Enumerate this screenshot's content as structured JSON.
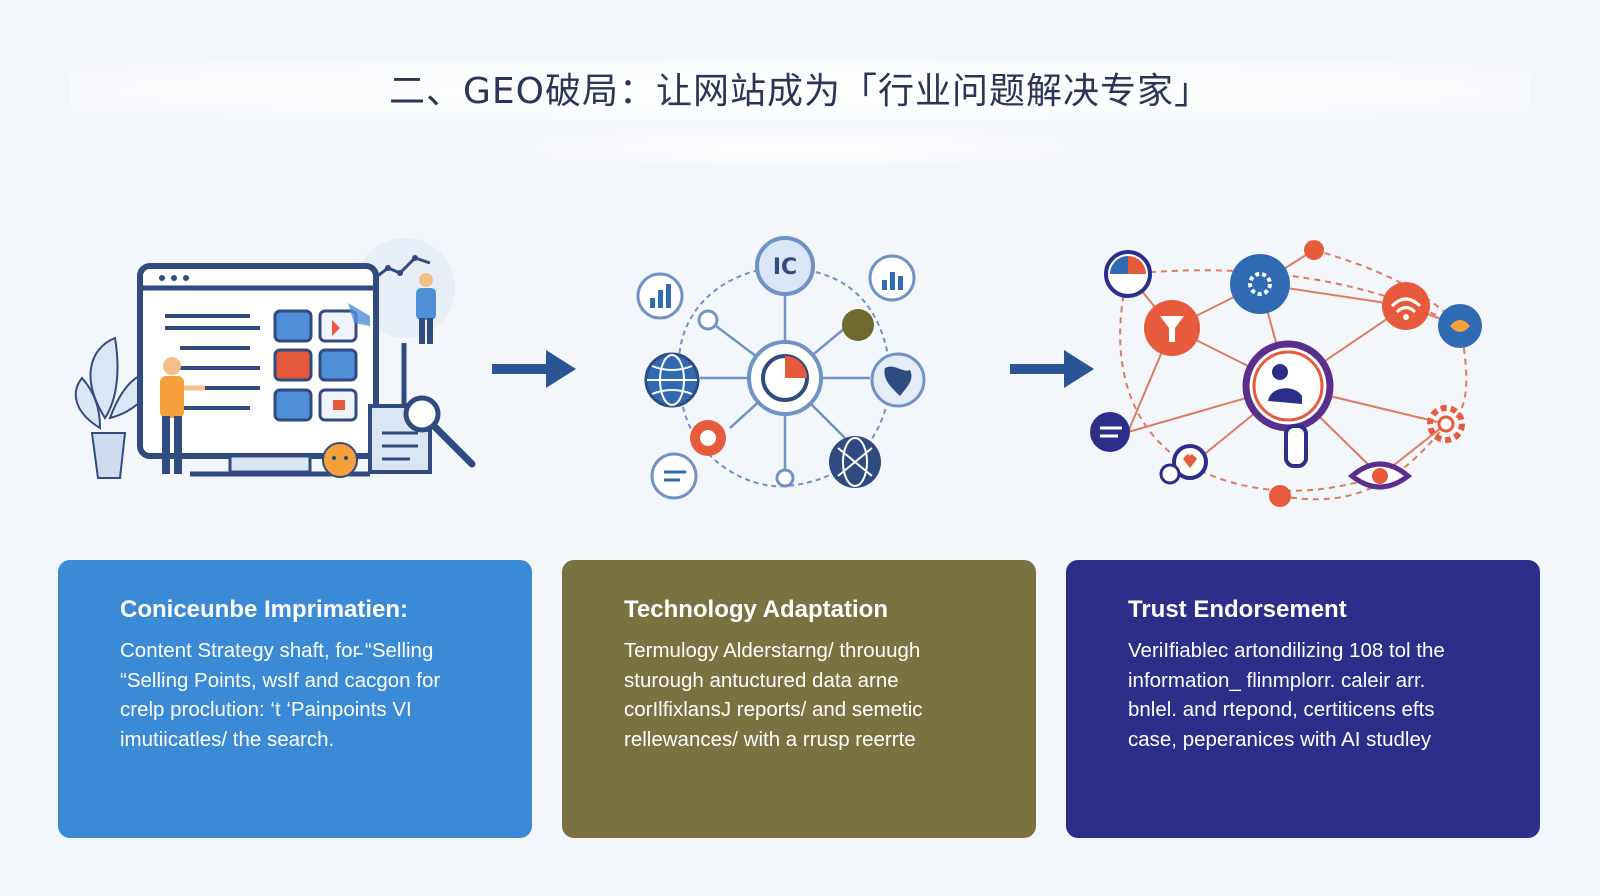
{
  "header": {
    "title": "二、GEO破局：让网站成为「行业问题解决专家」"
  },
  "colors": {
    "card1": "#3b8ad6",
    "card2": "#7a7240",
    "card3": "#2b2f8a",
    "arrow": "#2a5493",
    "accent_red": "#e85a3c",
    "accent_blue": "#2f6ab3"
  },
  "illustrations": [
    {
      "icon": "website-content-illustration"
    },
    {
      "icon": "technology-network-illustration"
    },
    {
      "icon": "trust-network-illustration"
    }
  ],
  "cards": [
    {
      "title": "Conіceunbe Imprimatien:",
      "lines": [
        "Content Strategy shaft, for̵ “Selling",
        "“Selling Points, wsIf and cacgon for",
        "crelp proclution: ‘t ‘Painpoints VI",
        "imutiicatles/ the search."
      ]
    },
    {
      "title": "Technology Adaptation",
      "lines": [
        "Termulogy Alderstarng/ throuugh",
        "sturough antuctured data arne",
        "corIlfixlansJ reports/ and semetic",
        "rellewances/ with a rrusp reerrte"
      ]
    },
    {
      "title": "Trust Endorsement",
      "lines": [
        "VeriIfiablec artondilizing 108 tol the",
        "information_ flinmplorr. caleir arr.",
        "bnlel. and rtepond, certiticens efts",
        "case, peperanices with AI studley"
      ]
    }
  ]
}
